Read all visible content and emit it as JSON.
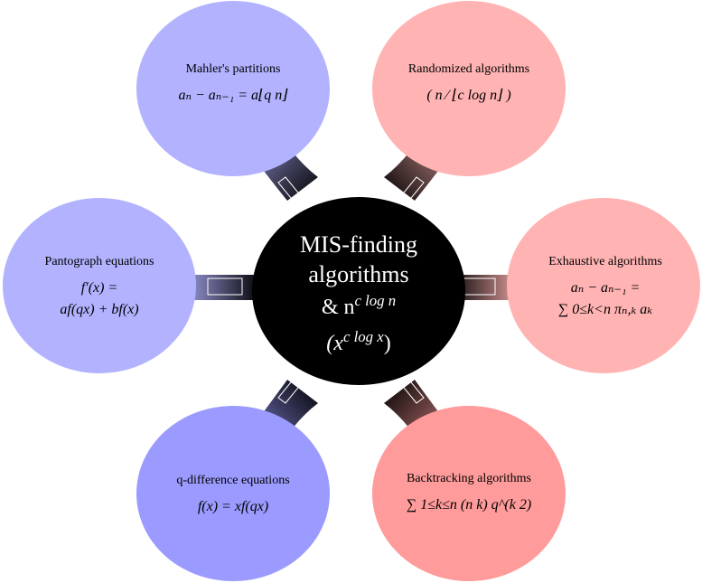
{
  "center": {
    "line1": "MIS-finding",
    "line2": "algorithms",
    "formula1": "& n",
    "formula1_sup": "c log n",
    "formula2_open": "(x",
    "formula2_sup": "c log x",
    "formula2_close": ")"
  },
  "nodes": [
    {
      "id": "mahler",
      "title": "Mahler's partitions",
      "formula": "aₙ − aₙ₋₁ = a⌊q n⌋",
      "color": "#b2b2ff"
    },
    {
      "id": "randomized",
      "title": "Randomized algorithms",
      "formula": "( n ⁄ ⌊c log n⌋ )",
      "color": "#ffb3b3"
    },
    {
      "id": "pantograph",
      "title": "Pantograph equations",
      "formula_line1": "f′(x) =",
      "formula_line2": "af(qx) + bf(x)",
      "color": "#b2b2ff"
    },
    {
      "id": "exhaustive",
      "title": "Exhaustive algorithms",
      "formula_line1": "aₙ − aₙ₋₁ =",
      "formula_line2": "∑ 0≤k<n πₙ,ₖ aₖ",
      "color": "#ffb3b3"
    },
    {
      "id": "qdifference",
      "title": "q-difference equations",
      "formula": "f(x) = xf(qx)",
      "color": "#9b9bff"
    },
    {
      "id": "backtracking",
      "title": "Backtracking algorithms",
      "formula": "∑ 1≤k≤n (n k) q^(k 2)",
      "color": "#ff9b9b"
    }
  ]
}
